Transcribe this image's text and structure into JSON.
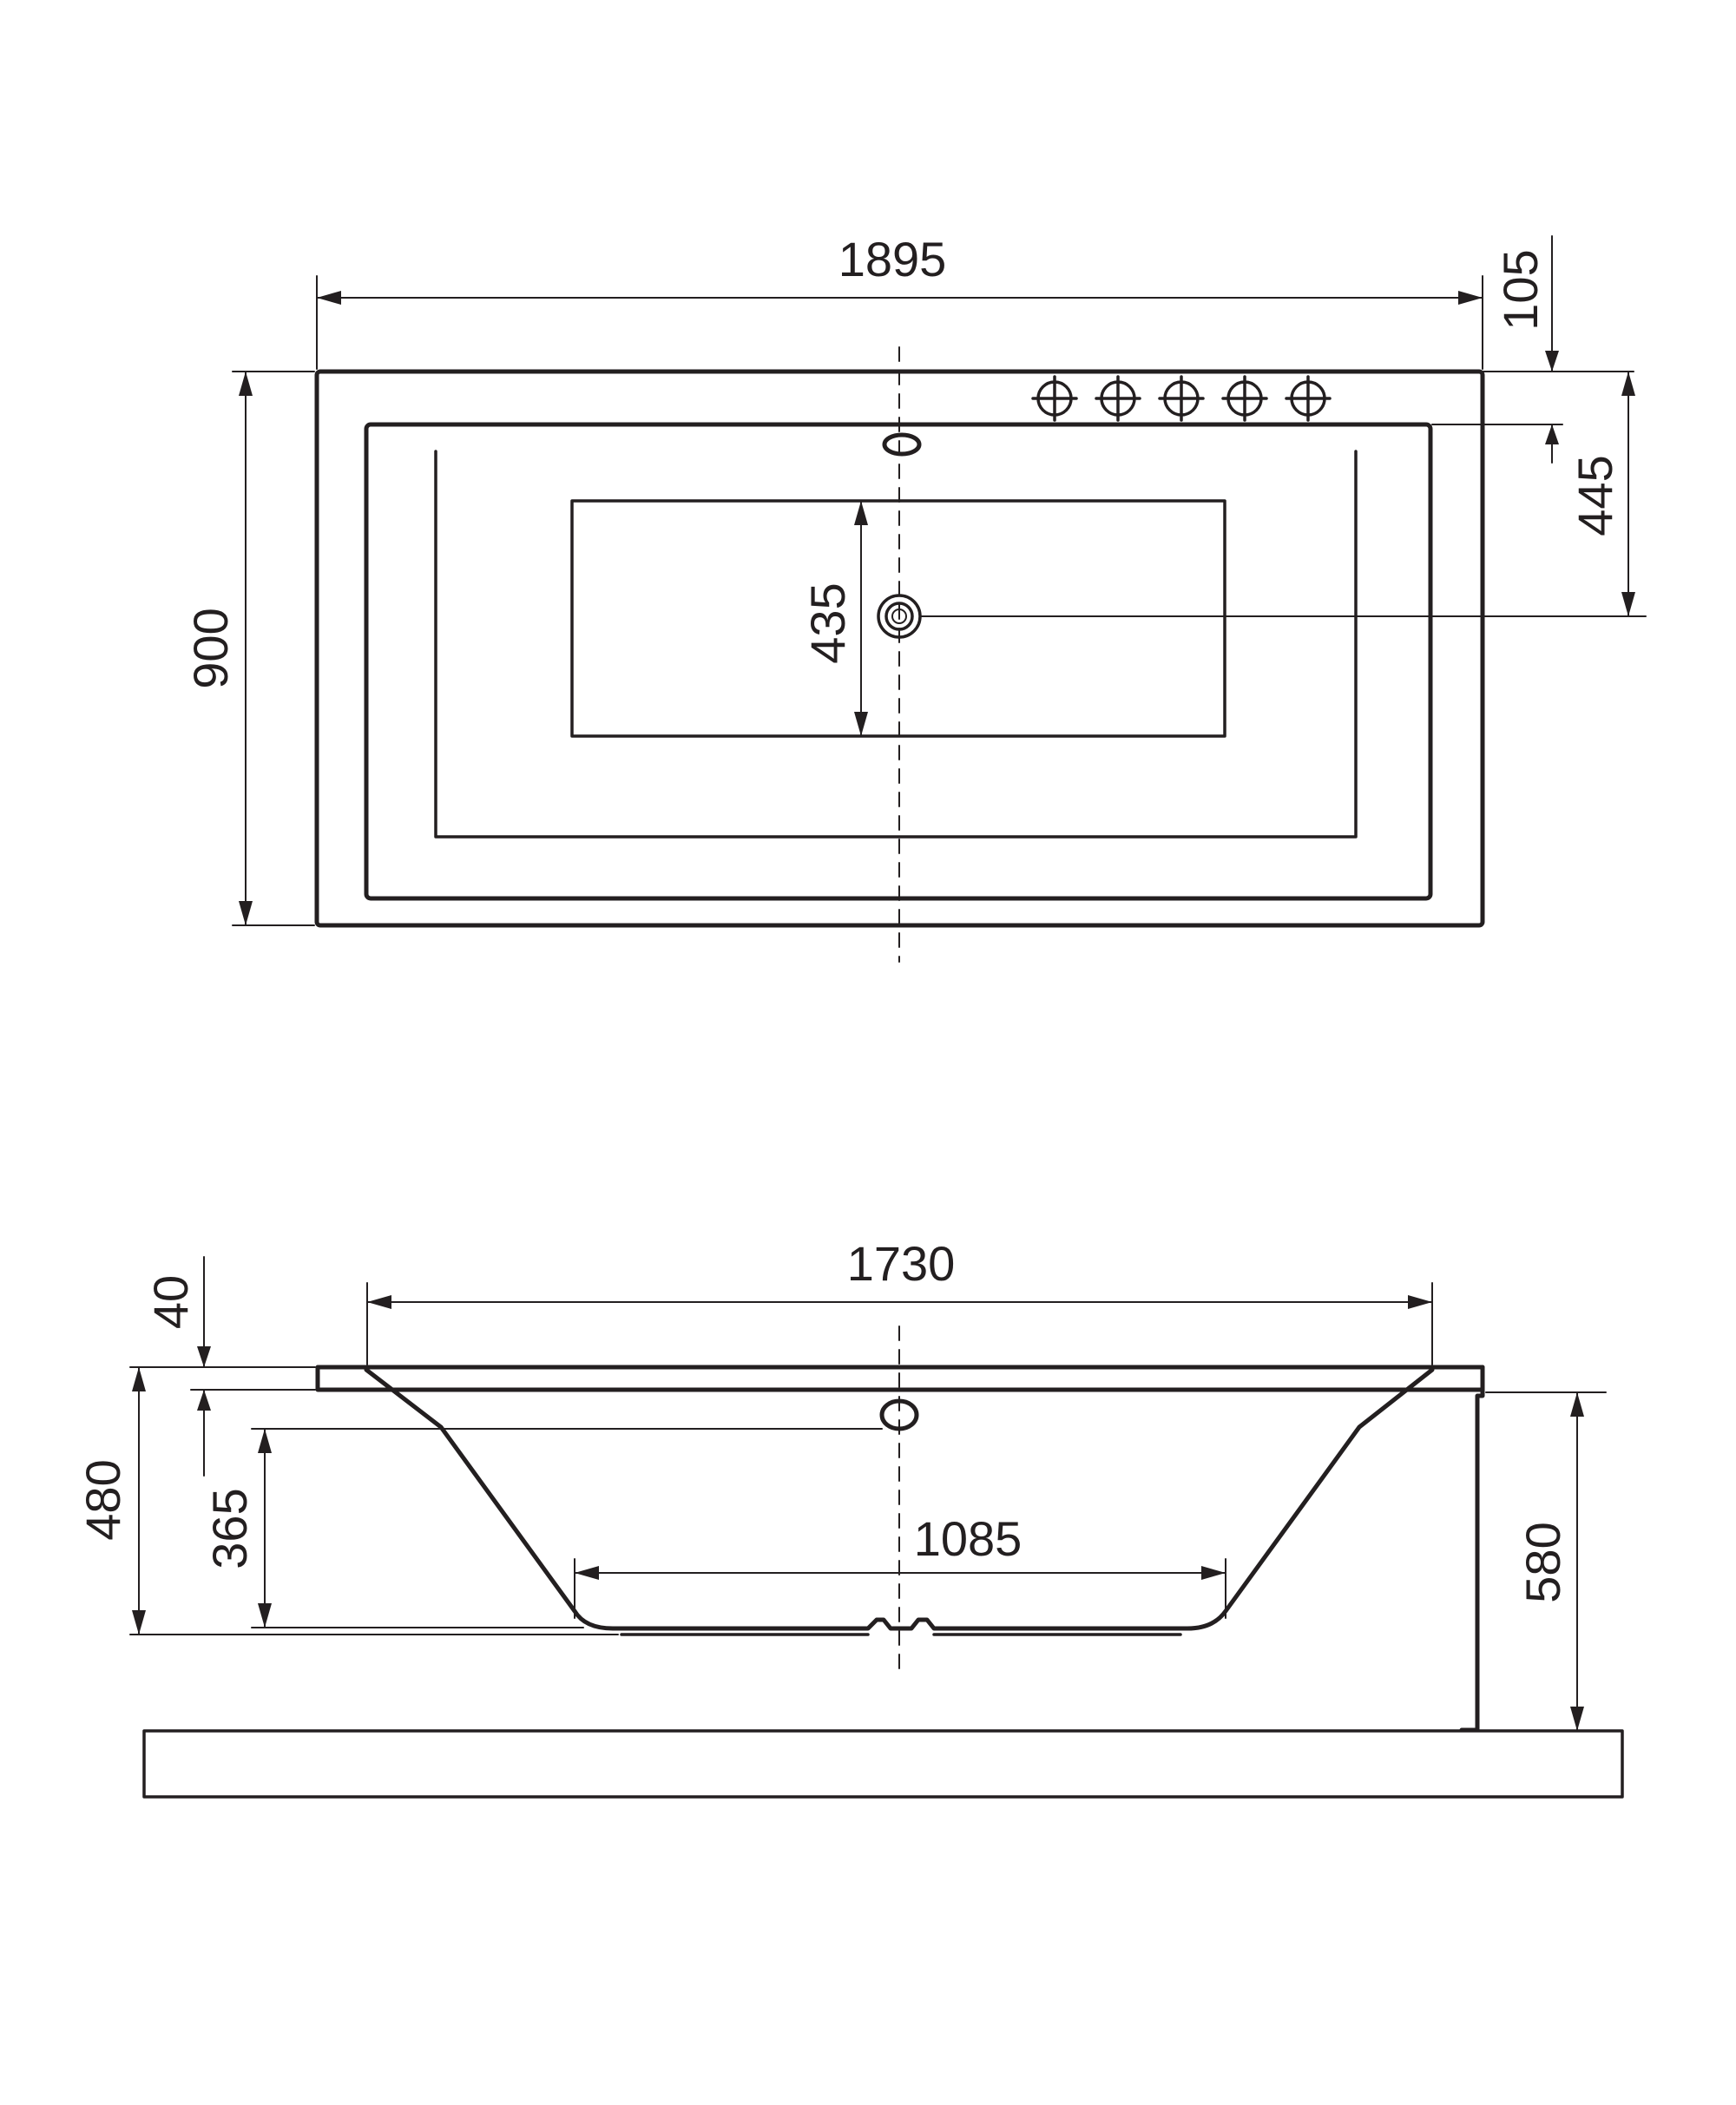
{
  "top_view": {
    "dims": {
      "overall_length": "1895",
      "overall_width": "900",
      "tap_offset": "105",
      "drain_offset": "445",
      "floor_width": "435"
    },
    "tap_holes_count": 5
  },
  "side_view": {
    "dims": {
      "inner_length": "1730",
      "rim_thickness": "40",
      "overall_depth": "480",
      "overflow_depth": "365",
      "floor_length": "1085",
      "height_to_floor": "580"
    }
  },
  "colors": {
    "line": "#231f20",
    "background": "#ffffff"
  }
}
